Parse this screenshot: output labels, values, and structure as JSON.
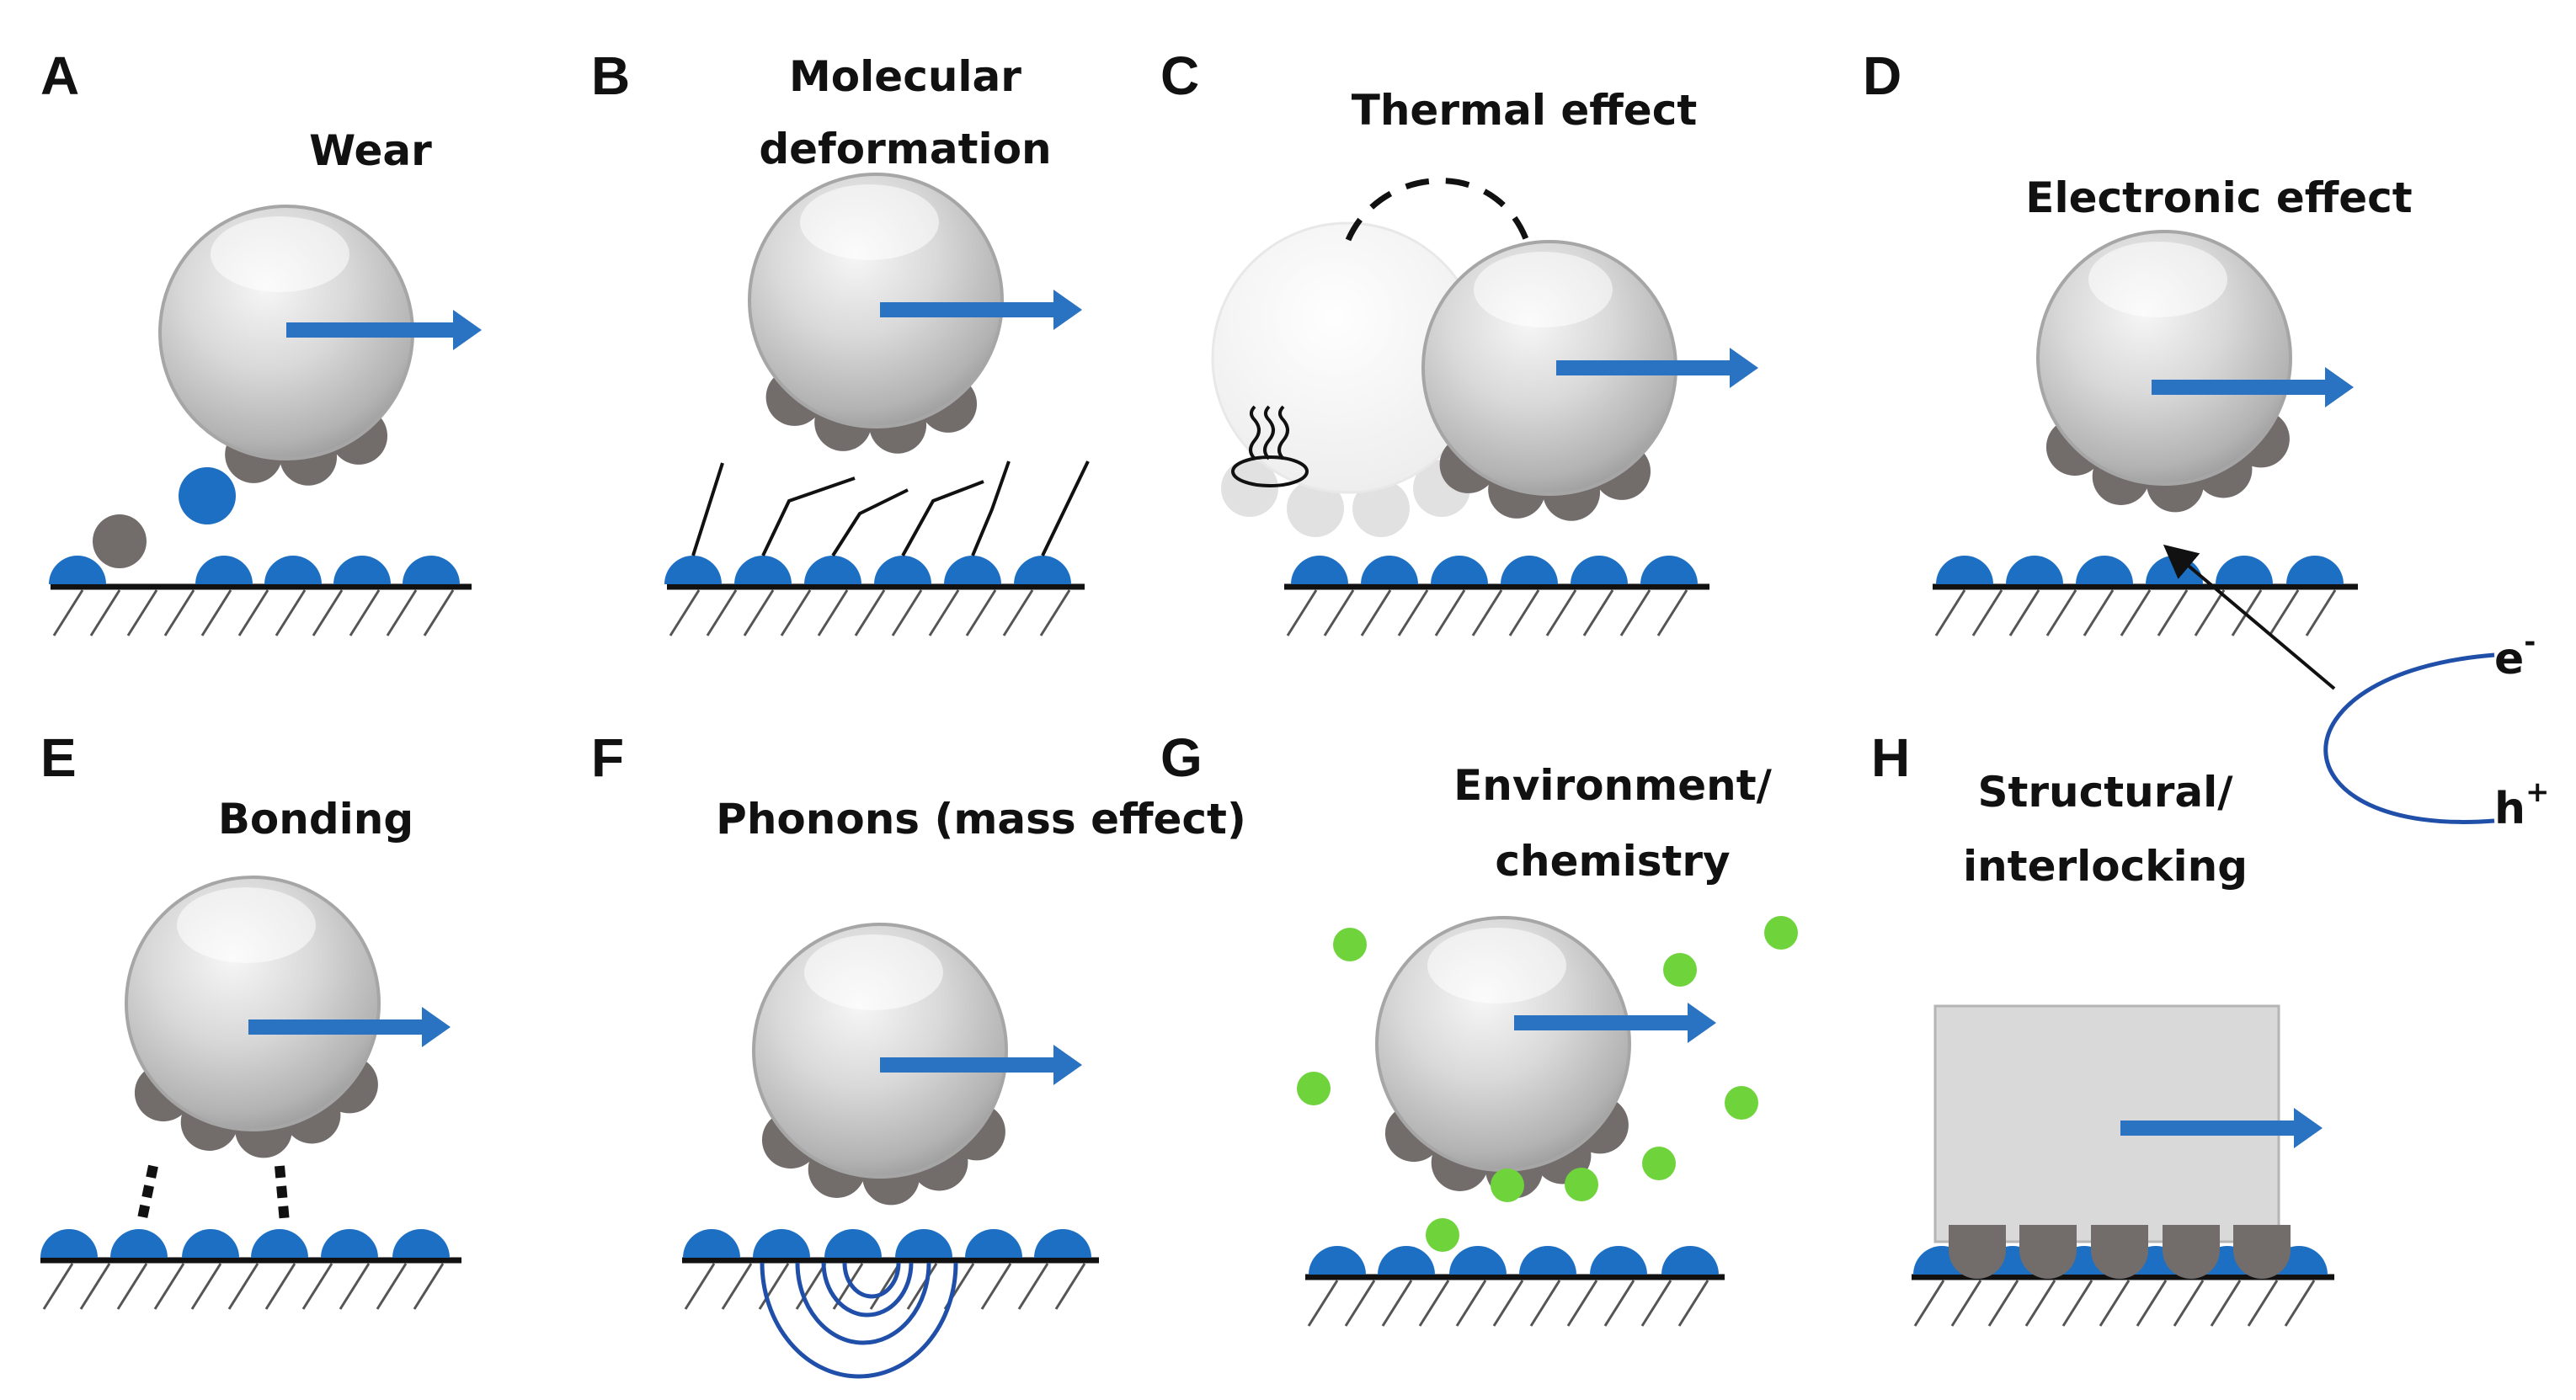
{
  "colors": {
    "substrate_atom": "#1d6fc4",
    "adsorbate_atom": "#726c6b",
    "velocity_arrow": "#2a72c2",
    "gas_molecule": "#6fd43c",
    "phonon_wave": "#1f4fa8",
    "carrier_curve": "#1f4fa8",
    "sphere_light": "#f2f2f2",
    "sphere_dark": "#9a9a9a",
    "block_fill": "#d9d9d9"
  },
  "panels": [
    {
      "letter": "A",
      "title_lines": [
        "Wear"
      ],
      "icons": [
        "sphere-icon",
        "velocity-arrow-icon",
        "surface-hatch-icon"
      ]
    },
    {
      "letter": "B",
      "title_lines": [
        "Molecular",
        "deformation"
      ],
      "icons": [
        "sphere-icon",
        "velocity-arrow-icon",
        "molecule-chain-icon"
      ]
    },
    {
      "letter": "C",
      "title_lines": [
        "Thermal effect"
      ],
      "icons": [
        "ghost-sphere-icon",
        "sphere-icon",
        "heat-steam-icon",
        "trajectory-arc-icon"
      ]
    },
    {
      "letter": "D",
      "title_lines": [
        "Electronic effect"
      ],
      "icons": [
        "sphere-icon",
        "velocity-arrow-icon",
        "charge-carrier-curve-icon"
      ]
    },
    {
      "letter": "E",
      "title_lines": [
        "Bonding"
      ],
      "icons": [
        "sphere-icon",
        "velocity-arrow-icon",
        "bond-dashed-icon"
      ]
    },
    {
      "letter": "F",
      "title_lines": [
        "Phonons (mass effect)"
      ],
      "icons": [
        "sphere-icon",
        "velocity-arrow-icon",
        "phonon-wave-icon"
      ]
    },
    {
      "letter": "G",
      "title_lines": [
        "Environment/",
        "chemistry"
      ],
      "icons": [
        "sphere-icon",
        "velocity-arrow-icon",
        "gas-molecule-icon"
      ]
    },
    {
      "letter": "H",
      "title_lines": [
        "Structural/",
        "interlocking"
      ],
      "icons": [
        "block-icon",
        "velocity-arrow-icon"
      ]
    }
  ],
  "carriers": {
    "electron": "e",
    "electron_sign": "-",
    "hole": "h",
    "hole_sign": "+"
  }
}
